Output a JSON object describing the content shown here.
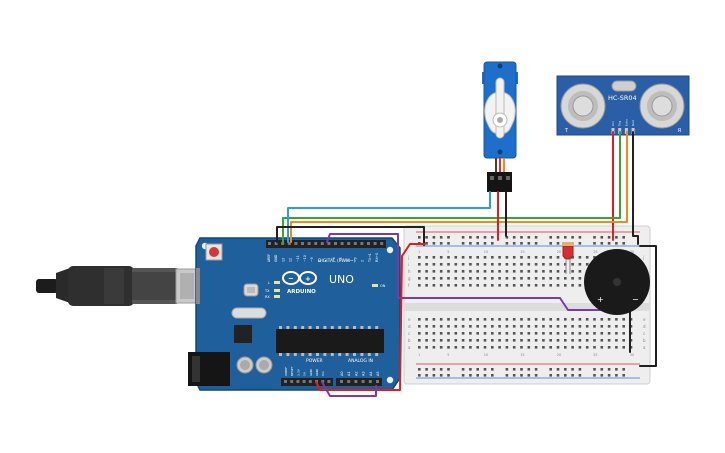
{
  "components": {
    "arduino": {
      "logo": "ARDUINO",
      "model": "UNO",
      "digital_label": "DIGITAL (PWM~)",
      "power_label": "POWER",
      "analog_label": "ANALOG IN",
      "header_labels": [
        "AREF",
        "GND",
        "13",
        "12",
        "~11",
        "~10",
        "~9",
        "8",
        "7",
        "~6",
        "~5",
        "4",
        "~3",
        "2",
        "TX→1",
        "RX←0"
      ],
      "power_pins": [
        "IOREF",
        "RESET",
        "3.3V",
        "5V",
        "GND",
        "GND",
        "Vin"
      ],
      "analog_pins": [
        "A0",
        "A1",
        "A2",
        "A3",
        "A4",
        "A5"
      ],
      "led_labels": [
        "L",
        "TX",
        "RX",
        "ON"
      ]
    },
    "ultrasonic": {
      "model": "HC-SR04",
      "pins": [
        "Vcc",
        "Trig",
        "Echo",
        "Gnd"
      ],
      "left_mark": "T",
      "right_mark": "R"
    },
    "buzzer": {
      "plus": "+",
      "minus": "−"
    },
    "breadboard": {
      "row_letters_top": [
        "j",
        "i",
        "h",
        "g",
        "f"
      ],
      "row_letters_bottom": [
        "e",
        "d",
        "c",
        "b",
        "a"
      ],
      "column_numbers": [
        "1",
        "5",
        "10",
        "15",
        "20",
        "25",
        "30"
      ]
    }
  },
  "colors": {
    "arduino_board": "#1f5f9c",
    "arduino_edge": "#15477a",
    "breadboard": "#eeeeee",
    "rail_red": "#d9262b",
    "rail_blue": "#2a6fd6",
    "servo": "#1e6fc9",
    "sensor": "#2a5fa8",
    "wire_red": "#e01e1e",
    "wire_black": "#202020",
    "wire_green": "#3aa33a",
    "wire_orange": "#f08a1a",
    "wire_blue": "#2aa0d8",
    "wire_purple": "#7a3aa8",
    "led_red": "#d62f2f"
  },
  "icons": [
    "usb-cable-icon",
    "servo-motor-icon",
    "ultrasonic-sensor-icon",
    "buzzer-icon",
    "led-icon",
    "arduino-logo-icon"
  ]
}
